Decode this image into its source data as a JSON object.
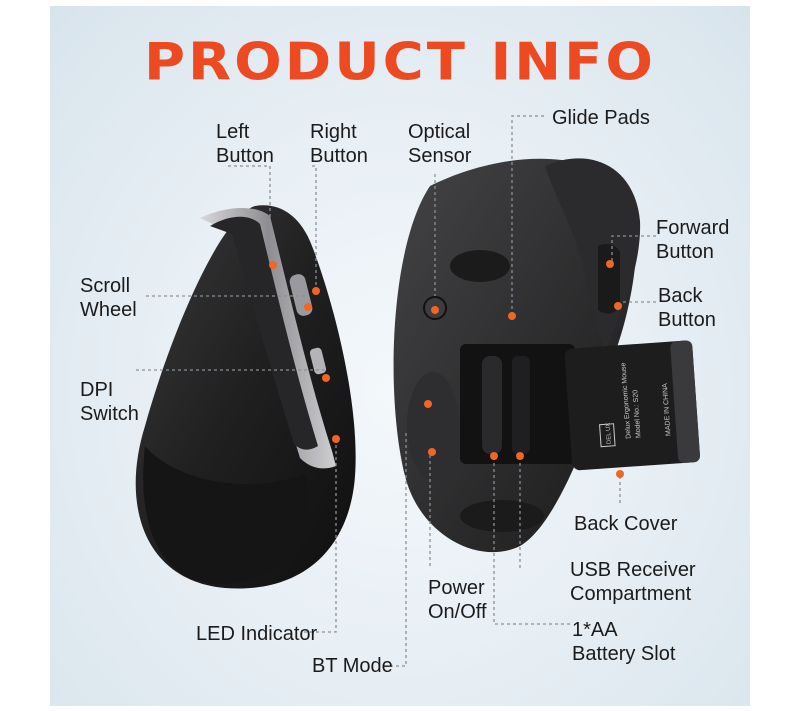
{
  "title": "PRODUCT INFO",
  "colors": {
    "title": "#ee4a22",
    "marker": "#f26522",
    "mouse_body": "#1f1f20",
    "background": "#e6eef4"
  },
  "labels": {
    "left_button": "Left\nButton",
    "right_button": "Right\nButton",
    "optical_sensor": "Optical\nSensor",
    "glide_pads": "Glide Pads",
    "forward_button": "Forward\nButton",
    "back_button": "Back\nButton",
    "scroll_wheel": "Scroll\nWheel",
    "dpi_switch": "DPI\nSwitch",
    "back_cover": "Back Cover",
    "usb_receiver": "USB Receiver\nCompartment",
    "power": "Power\nOn/Off",
    "battery_slot": "1*AA\nBattery Slot",
    "led_indicator": "LED Indicator",
    "bt_mode": "BT Mode"
  },
  "cover_text": {
    "brand_line": "Delux Ergonomic Mouse",
    "model_line": "Model No.: S20",
    "origin": "MADE IN CHINA",
    "logo": "DEL UX"
  }
}
